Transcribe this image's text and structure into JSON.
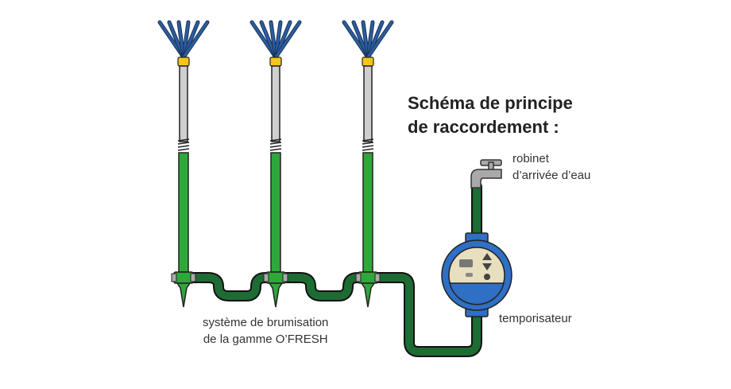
{
  "title": {
    "line1": "Schéma de principe",
    "line2": "de raccordement :"
  },
  "labels": {
    "faucet_line1": "robinet",
    "faucet_line2": "d’arrivée d’eau",
    "timer": "temporisateur",
    "system_line1": "système de brumisation",
    "system_line2": "de la gamme O’FRESH"
  },
  "colors": {
    "hose": "#1e6b34",
    "pole_green": "#2fa83a",
    "timer_blue": "#2f6fc4",
    "timer_face": "#e8dfbf",
    "collar": "#f5c518",
    "nozzle": "#2c5da0",
    "grey": "#cfcfcf"
  }
}
